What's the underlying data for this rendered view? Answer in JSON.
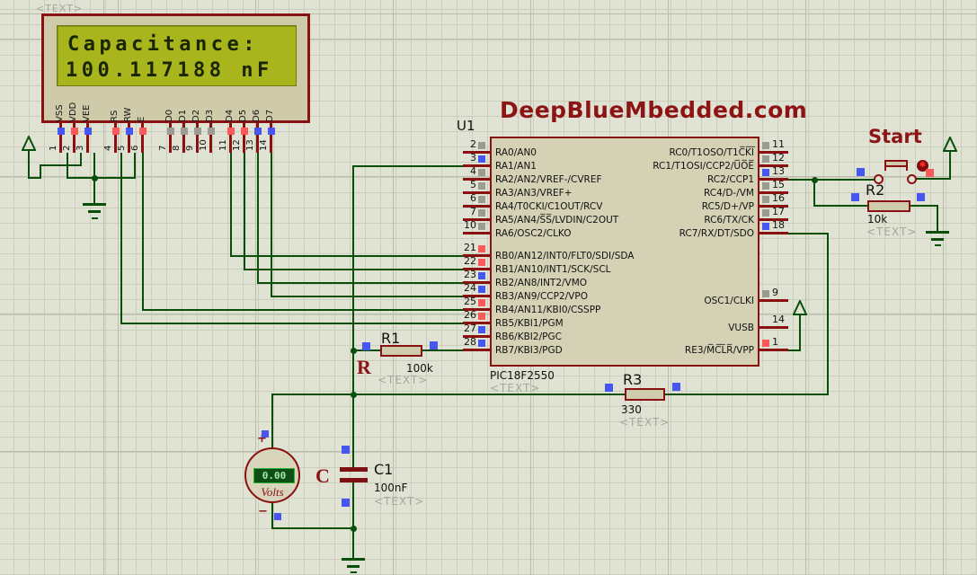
{
  "annotations": {
    "canvas_text": "<TEXT>",
    "placeholder": "<TEXT>",
    "site_title": "DeepBlueMbedded.com",
    "start_label": "Start",
    "r_label": "R",
    "c_label": "C"
  },
  "lcd": {
    "line1": "Capacitance:",
    "line2": "100.117188 nF",
    "pins": [
      {
        "n": "1",
        "label": "VSS",
        "sq": "#4656f0"
      },
      {
        "n": "2",
        "label": "VDD",
        "sq": "#fb5a5a"
      },
      {
        "n": "3",
        "label": "VEE",
        "sq": "#4656f0"
      },
      {
        "n": "4",
        "label": "RS",
        "sq": "#fb5a5a"
      },
      {
        "n": "5",
        "label": "RW",
        "sq": "#4656f0"
      },
      {
        "n": "6",
        "label": "E",
        "sq": "#fb5a5a"
      },
      {
        "n": "7",
        "label": "D0",
        "sq": "#9b9b93"
      },
      {
        "n": "8",
        "label": "D1",
        "sq": "#9b9b93"
      },
      {
        "n": "9",
        "label": "D2",
        "sq": "#9b9b93"
      },
      {
        "n": "10",
        "label": "D3",
        "sq": "#9b9b93"
      },
      {
        "n": "11",
        "label": "D4",
        "sq": "#fb5a5a"
      },
      {
        "n": "12",
        "label": "D5",
        "sq": "#fb5a5a"
      },
      {
        "n": "13",
        "label": "D6",
        "sq": "#4656f0"
      },
      {
        "n": "14",
        "label": "D7",
        "sq": "#4656f0"
      }
    ]
  },
  "chip": {
    "ref": "U1",
    "part": "PIC18F2550",
    "left_top": [
      {
        "n": "2",
        "label": "RA0/AN0",
        "sq": "#9b9b93"
      },
      {
        "n": "3",
        "label": "RA1/AN1",
        "sq": "#4656f0"
      },
      {
        "n": "4",
        "label": "RA2/AN2/VREF-/CVREF",
        "sq": "#9b9b93"
      },
      {
        "n": "5",
        "label": "RA3/AN3/VREF+",
        "sq": "#9b9b93"
      },
      {
        "n": "6",
        "label": "RA4/T0CKI/C1OUT/RCV",
        "sq": "#9b9b93"
      },
      {
        "n": "7",
        "label": "RA5/AN4/S̅S̅/LVDIN/C2OUT",
        "sq": "#9b9b93"
      },
      {
        "n": "10",
        "label": "RA6/OSC2/CLKO",
        "sq": "#9b9b93"
      }
    ],
    "left_bottom": [
      {
        "n": "21",
        "label": "RB0/AN12/INT0/FLT0/SDI/SDA",
        "sq": "#fb5a5a"
      },
      {
        "n": "22",
        "label": "RB1/AN10/INT1/SCK/SCL",
        "sq": "#fb5a5a"
      },
      {
        "n": "23",
        "label": "RB2/AN8/INT2/VMO",
        "sq": "#4656f0"
      },
      {
        "n": "24",
        "label": "RB3/AN9/CCP2/VPO",
        "sq": "#4656f0"
      },
      {
        "n": "25",
        "label": "RB4/AN11/KBI0/CSSPP",
        "sq": "#fb5a5a"
      },
      {
        "n": "26",
        "label": "RB5/KBI1/PGM",
        "sq": "#fb5a5a"
      },
      {
        "n": "27",
        "label": "RB6/KBI2/PGC",
        "sq": "#4656f0"
      },
      {
        "n": "28",
        "label": "RB7/KBI3/PGD",
        "sq": "#4656f0"
      }
    ],
    "right_top": [
      {
        "n": "11",
        "label": "RC0/T1OSO/T1C̅K̅I̅",
        "sq": "#9b9b93"
      },
      {
        "n": "12",
        "label": "RC1/T1OSI/CCP2/U̅O̅E̅",
        "sq": "#9b9b93"
      },
      {
        "n": "13",
        "label": "RC2/CCP1",
        "sq": "#4656f0"
      },
      {
        "n": "15",
        "label": "RC4/D-/VM",
        "sq": "#9b9b93"
      },
      {
        "n": "16",
        "label": "RC5/D+/VP",
        "sq": "#9b9b93"
      },
      {
        "n": "17",
        "label": "RC6/TX/CK",
        "sq": "#9b9b93"
      },
      {
        "n": "18",
        "label": "RC7/RX/DT/SDO",
        "sq": "#4656f0"
      }
    ],
    "right_bottom": [
      {
        "n": "9",
        "label": "OSC1/CLKI",
        "sq": "#9b9b93"
      },
      {
        "n": "14",
        "label": "VUSB",
        "sq": ""
      },
      {
        "n": "1",
        "label": "RE3/M̅C̅L̅R̅/VPP",
        "sq": "#fb5a5a"
      }
    ]
  },
  "resistors": {
    "r1": {
      "ref": "R1",
      "value": "100k"
    },
    "r2": {
      "ref": "R2",
      "value": "10k"
    },
    "r3": {
      "ref": "R3",
      "value": "330"
    }
  },
  "capacitor": {
    "ref": "C1",
    "value": "100nF"
  },
  "voltmeter": {
    "reading": "0.00",
    "unit": "Volts",
    "plus": "+",
    "minus": "−"
  },
  "colors": {
    "wire": "#094e09",
    "component_outline": "#8a1111",
    "lcd_screen": "#a9b51d",
    "body_fill": "#cfccad",
    "grid_bg": "#e0e2d3",
    "title_text": "#8c1414",
    "pin_connected_blue": "#4656f0",
    "pin_connected_red": "#fb5a5a",
    "pin_unconnected_gray": "#9b9b93",
    "meter_display_bg": "#0d4f17",
    "meter_digits": "#a8e8a8"
  }
}
